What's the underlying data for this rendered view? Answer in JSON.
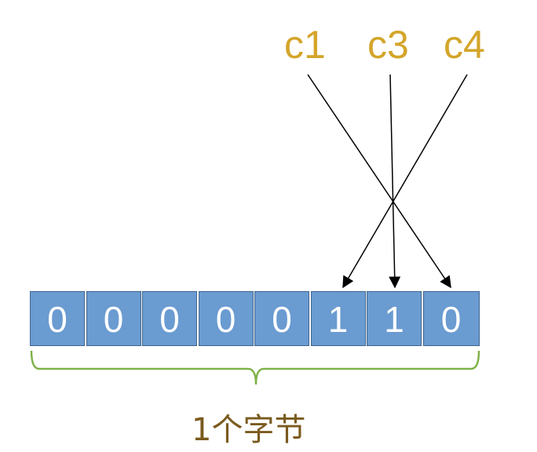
{
  "pointers": [
    "c1",
    "c3",
    "c4"
  ],
  "bits": [
    "0",
    "0",
    "0",
    "0",
    "0",
    "1",
    "1",
    "0"
  ],
  "caption": "1个字节",
  "colors": {
    "pointer": "#d4a52a",
    "cell": "#6a9bd1",
    "bracket": "#7fb24a",
    "caption": "#7a5a1e"
  }
}
